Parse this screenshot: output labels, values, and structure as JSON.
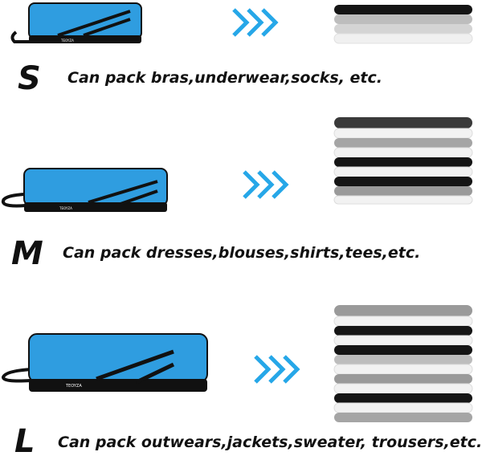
{
  "brand_label": "TEOYZA",
  "colors": {
    "cube_blue": "#2f9de0",
    "cube_edge": "#111111",
    "arrow_blue": "#26a7e8",
    "fabric_black": "#151515",
    "fabric_grey": "#9a9a9a",
    "fabric_white": "#f2f2f2"
  },
  "sizes": [
    {
      "letter": "S",
      "caption": "Can pack bras,underwear,socks, etc.",
      "arrow_icon": "triple-chevron-right-icon"
    },
    {
      "letter": "M",
      "caption": "Can pack dresses,blouses,shirts,tees,etc.",
      "arrow_icon": "triple-chevron-right-icon"
    },
    {
      "letter": "L",
      "caption": "Can pack outwears,jackets,sweater, trousers,etc.",
      "arrow_icon": "triple-chevron-right-icon"
    }
  ]
}
